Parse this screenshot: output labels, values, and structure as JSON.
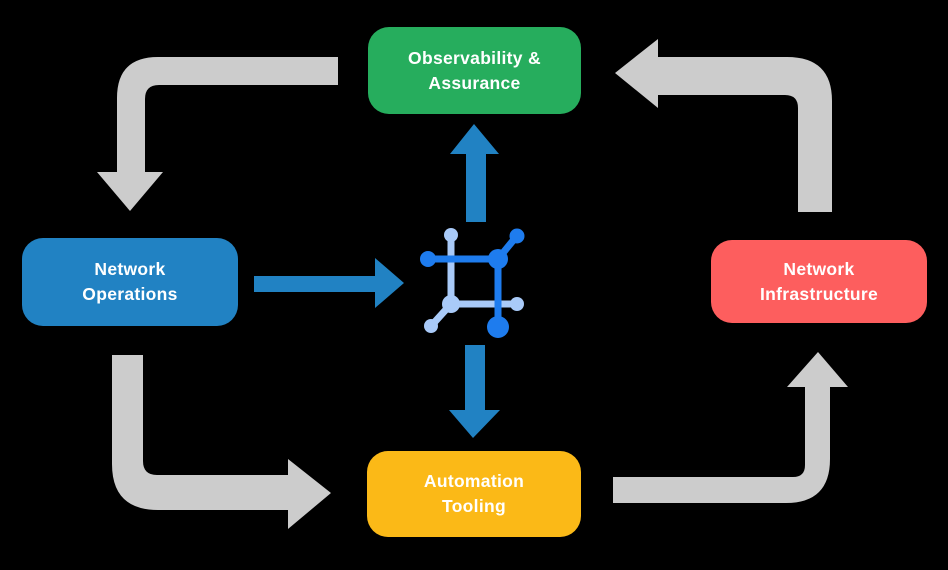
{
  "canvas": {
    "background": "#000000"
  },
  "nodes": {
    "observability": {
      "label": "Observability &\nAssurance",
      "color": "#26AD5D",
      "text_color": "#FFFFFF"
    },
    "operations": {
      "label": "Network\nOperations",
      "color": "#2182C3",
      "text_color": "#FFFFFF"
    },
    "infrastructure": {
      "label": "Network\nInfrastructure",
      "color": "#FD5E5E",
      "text_color": "#FFFFFF"
    },
    "automation": {
      "label": "Automation\nTooling",
      "color": "#FBB917",
      "text_color": "#FFFFFF"
    }
  },
  "arrows": {
    "cycle_color": "#CCCCCC",
    "hub_color": "#2182C3",
    "cycle": [
      {
        "from": "observability",
        "to": "operations"
      },
      {
        "from": "operations",
        "to": "automation"
      },
      {
        "from": "automation",
        "to": "infrastructure"
      },
      {
        "from": "infrastructure",
        "to": "observability"
      }
    ],
    "hub_links": [
      {
        "from": "operations",
        "to": "hub-icon"
      },
      {
        "from": "hub-icon",
        "to": "observability"
      },
      {
        "from": "hub-icon",
        "to": "automation"
      }
    ]
  },
  "hub_icon": {
    "name": "network-fabric-icon",
    "dark_color": "#1E7CEE",
    "light_color": "#A9CAF8"
  }
}
